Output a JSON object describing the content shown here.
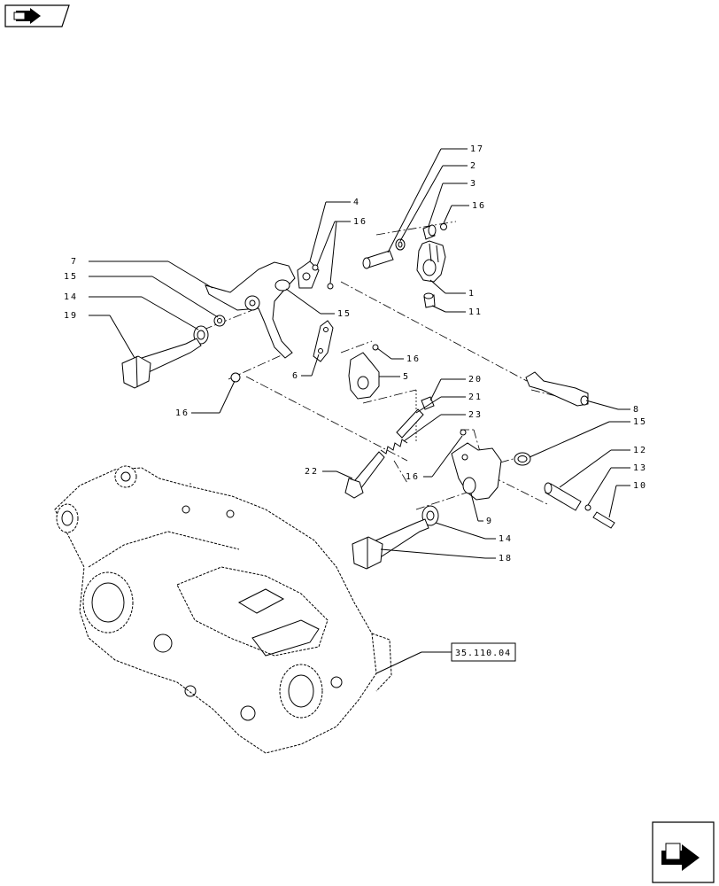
{
  "callouts": {
    "c17": "17",
    "c2": "2",
    "c3": "3",
    "c16a": "16",
    "c4": "4",
    "c16b": "16",
    "c7": "7",
    "c15a": "15",
    "c14a": "14",
    "c19": "19",
    "c15b": "15",
    "c1": "1",
    "c11": "11",
    "c16c": "16",
    "c6": "6",
    "c5": "5",
    "c16d": "16",
    "c20": "20",
    "c21": "21",
    "c23": "23",
    "c8": "8",
    "c15c": "15",
    "c22": "22",
    "c16e": "16",
    "c12": "12",
    "c13": "13",
    "c10": "10",
    "c9": "9",
    "c14b": "14",
    "c18": "18"
  },
  "reference": "35.110.04",
  "icons": {
    "top_left": "previous-page-icon",
    "bottom_right": "next-page-icon"
  }
}
